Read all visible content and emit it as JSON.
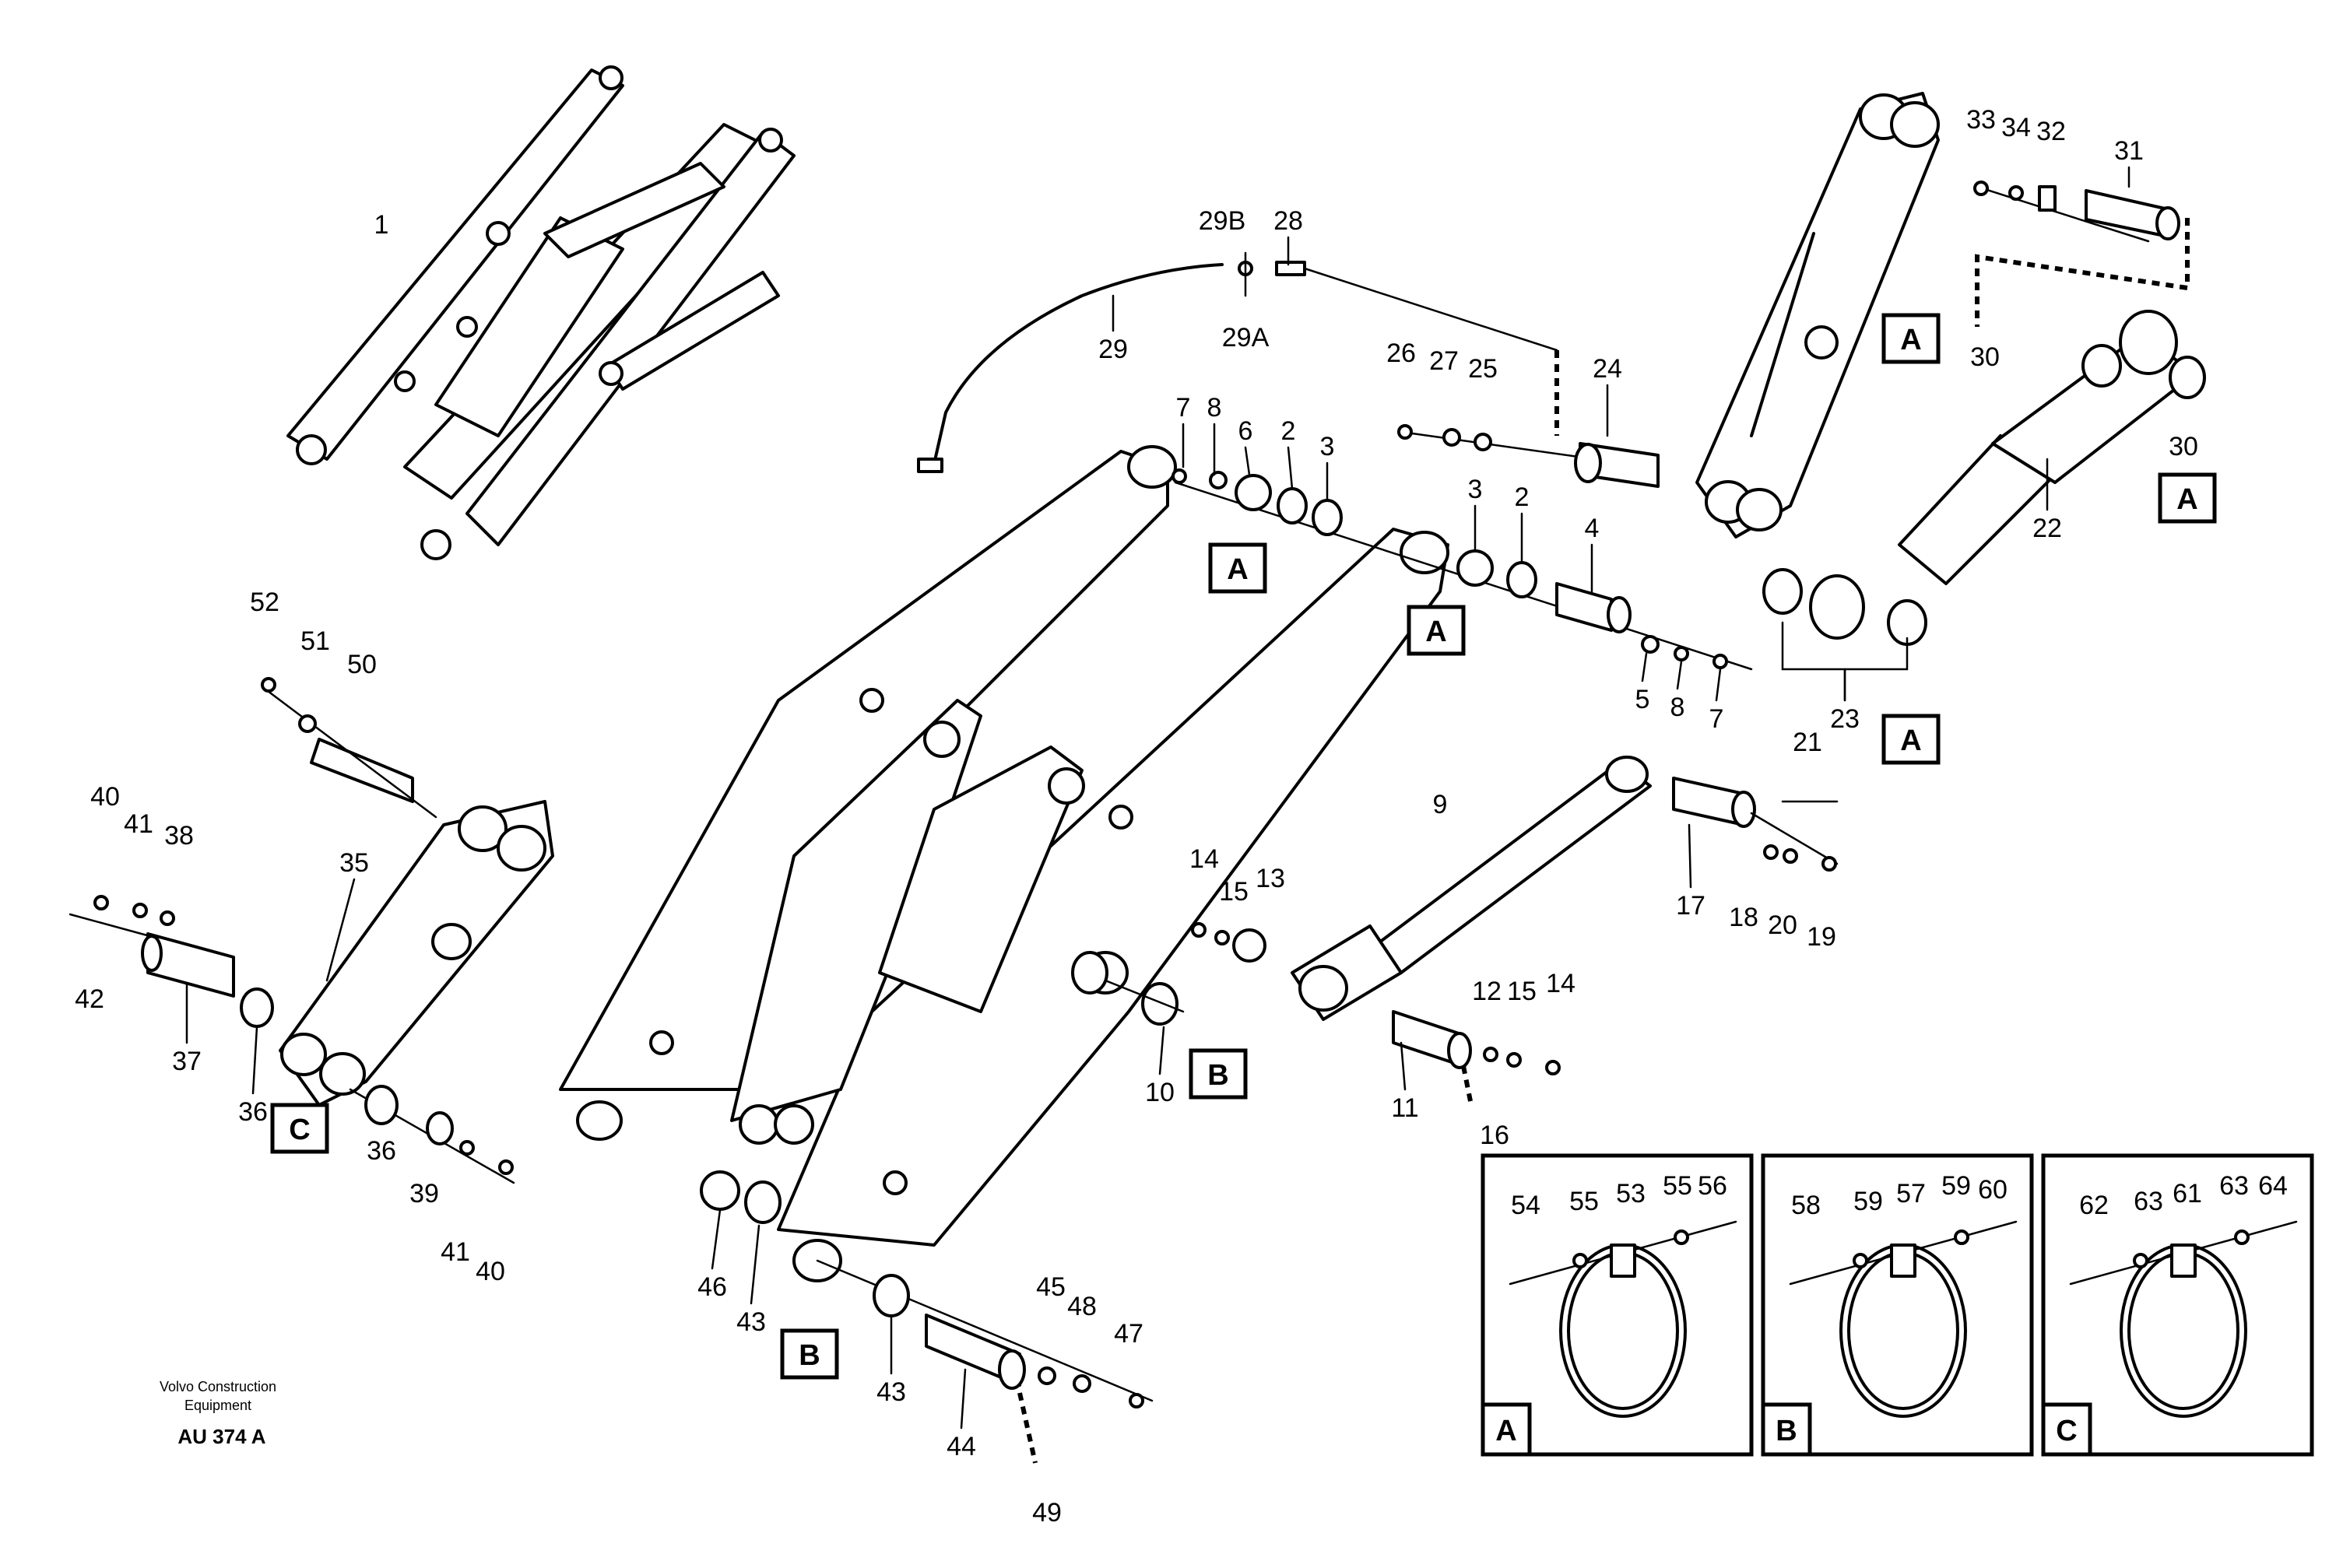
{
  "callouts": {
    "c1": "1",
    "c2a": "2",
    "c2b": "2",
    "c3a": "3",
    "c3b": "3",
    "c4": "4",
    "c5": "5",
    "c6": "6",
    "c7a": "7",
    "c7b": "7",
    "c8a": "8",
    "c8b": "8",
    "c9": "9",
    "c10": "10",
    "c11": "11",
    "c12": "12",
    "c13": "13",
    "c14a": "14",
    "c14b": "14",
    "c15a": "15",
    "c15b": "15",
    "c16": "16",
    "c17": "17",
    "c18": "18",
    "c19": "19",
    "c20": "20",
    "c21": "21",
    "c22": "22",
    "c23": "23",
    "c24": "24",
    "c25": "25",
    "c26": "26",
    "c27": "27",
    "c28": "28",
    "c29": "29",
    "c29a": "29A",
    "c29b": "29B",
    "c30a": "30",
    "c30b": "30",
    "c31": "31",
    "c32": "32",
    "c33": "33",
    "c34": "34",
    "c35": "35",
    "c36a": "36",
    "c36b": "36",
    "c37": "37",
    "c38": "38",
    "c39": "39",
    "c40a": "40",
    "c40b": "40",
    "c41a": "41",
    "c41b": "41",
    "c42": "42",
    "c43a": "43",
    "c43b": "43",
    "c44": "44",
    "c45": "45",
    "c46": "46",
    "c47": "47",
    "c48": "48",
    "c49": "49",
    "c50": "50",
    "c51": "51",
    "c52": "52",
    "c53": "53",
    "c54": "54",
    "c55a": "55",
    "c55b": "55",
    "c56": "56",
    "c57": "57",
    "c58": "58",
    "c59a": "59",
    "c59b": "59",
    "c60": "60",
    "c61": "61",
    "c62": "62",
    "c63a": "63",
    "c63b": "63",
    "c64": "64"
  },
  "boxes": {
    "a1": "A",
    "a2": "A",
    "a3": "A",
    "a4": "A",
    "a5": "A",
    "b1": "B",
    "b2": "B",
    "c1": "C",
    "inset_a": "A",
    "inset_b": "B",
    "inset_c": "C"
  },
  "credit": {
    "line1": "Volvo Construction",
    "line2": "Equipment",
    "code": "AU 374 A"
  }
}
